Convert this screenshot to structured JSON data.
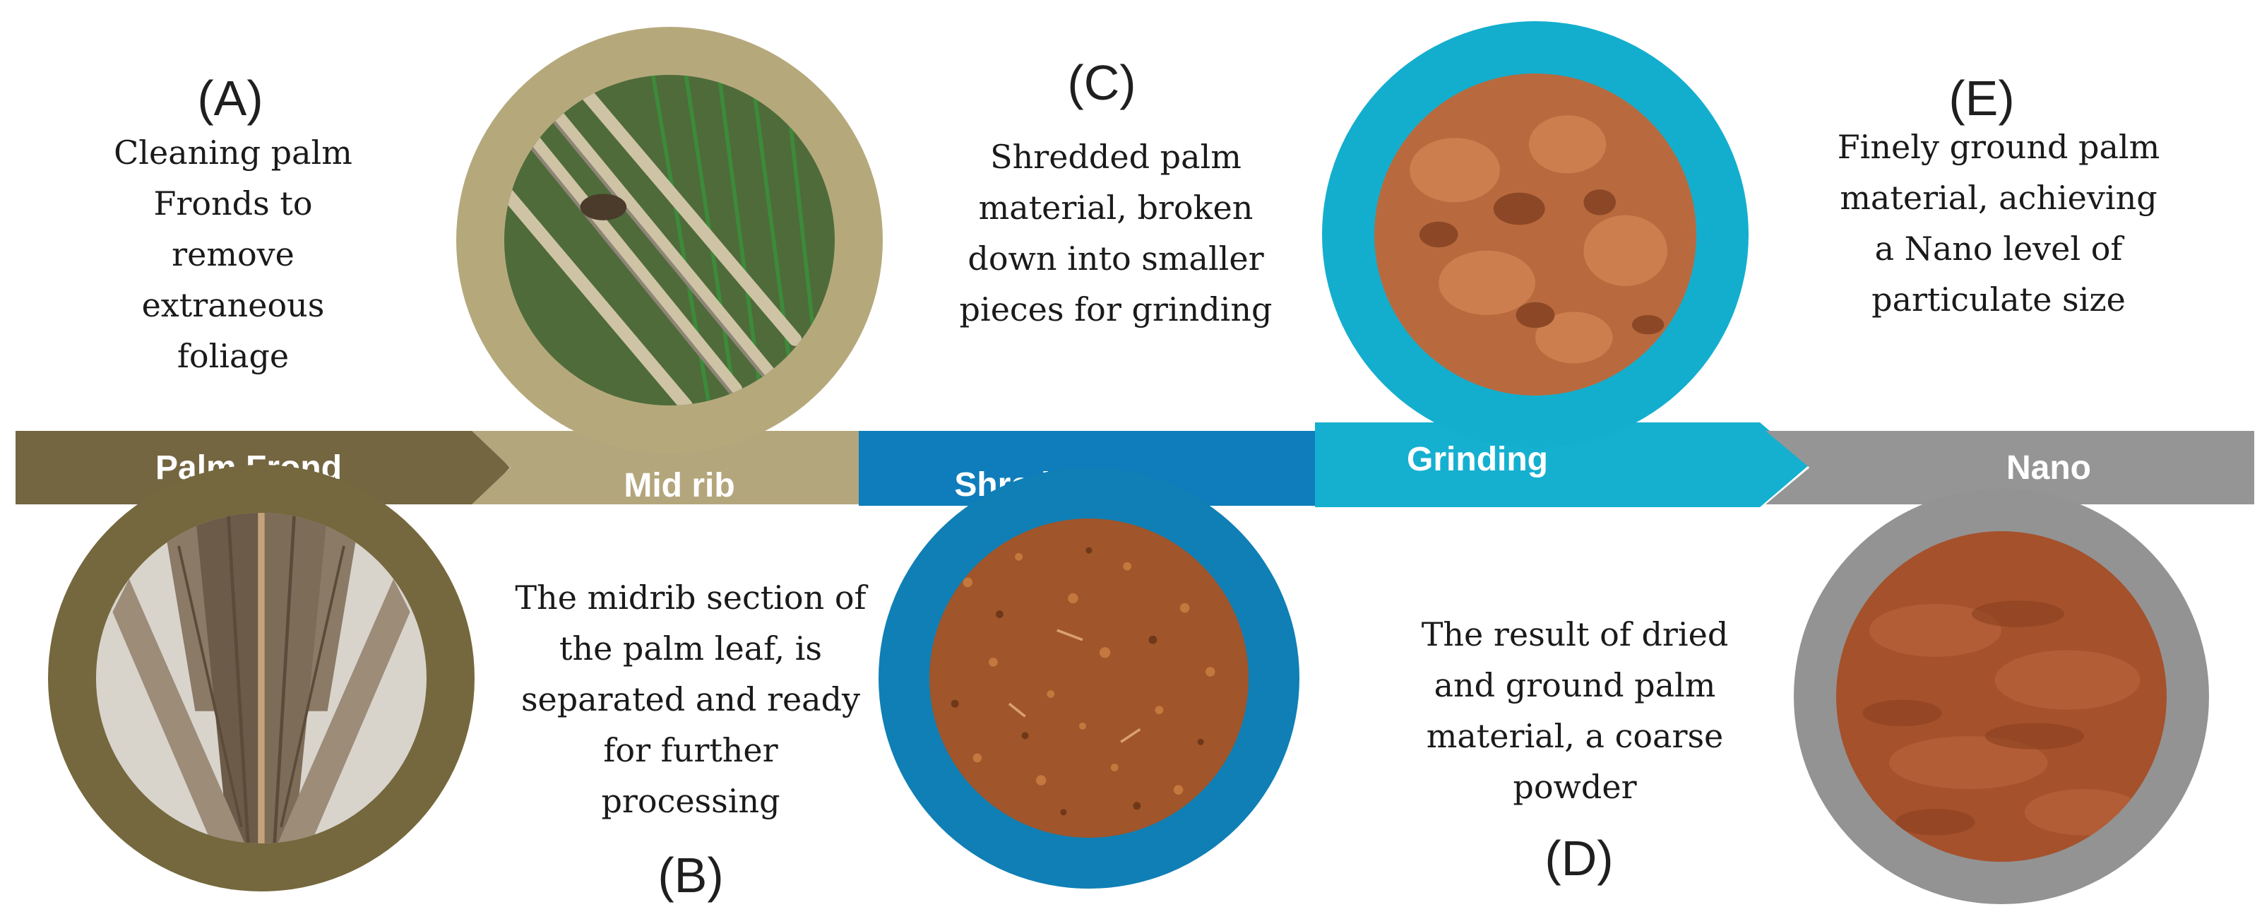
{
  "stages": [
    {
      "key": "palm_frond",
      "letter": "(A)",
      "band_label": "Palm Frond",
      "description": "Cleaning palm Fronds to remove extraneous foliage",
      "ring_color": "#75683e",
      "band_color": "#736641"
    },
    {
      "key": "mid_rib",
      "letter": "(B)",
      "band_label": "Mid rib",
      "description": "The midrib section of the palm leaf, is separated and ready for further processing",
      "ring_color": "#b5a97c",
      "band_color": "#b4a67c"
    },
    {
      "key": "shredding",
      "letter": "(C)",
      "band_label": "Shredding",
      "description": "Shredded palm material, broken down into smaller pieces for grinding",
      "ring_color": "#0f7fb5",
      "band_color": "#0f7dbb"
    },
    {
      "key": "grinding",
      "letter": "(D)",
      "band_label": "Grinding",
      "description": "The result of dried and ground palm material, a coarse powder",
      "ring_color": "#13aece",
      "band_color": "#15b0d0"
    },
    {
      "key": "nano",
      "letter": "(E)",
      "band_label": "Nano",
      "description": "Finely ground palm material, achieving a Nano level of particulate size",
      "ring_color": "#939393",
      "band_color": "#959595"
    }
  ]
}
